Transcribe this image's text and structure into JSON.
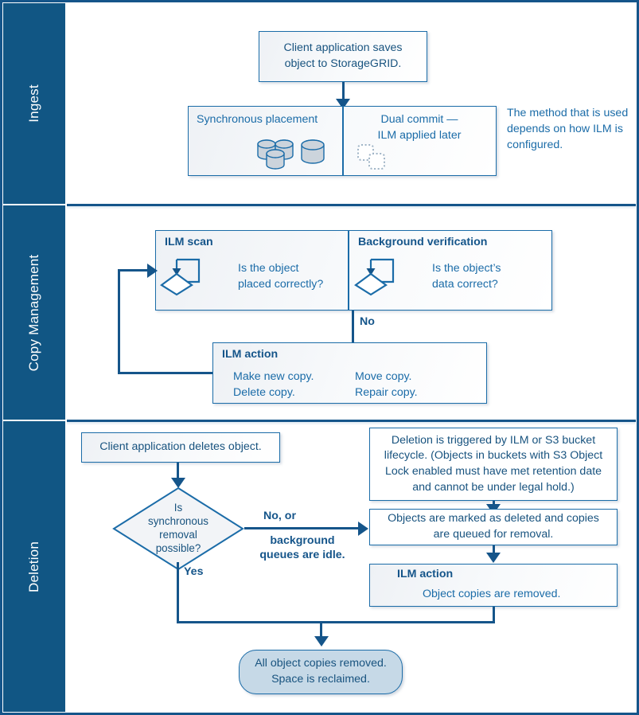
{
  "colors": {
    "band": "#115684",
    "frame": "#15558a",
    "box_border": "#1b6ca8",
    "text": "#18537f",
    "terminator_fill": "#c6d9e7"
  },
  "bands": [
    {
      "label": "Ingest"
    },
    {
      "label": "Copy Management"
    },
    {
      "label": "Deletion"
    }
  ],
  "ingest": {
    "start_box": "Client application saves object to StorageGRID.",
    "left_cell_title": "Synchronous placement",
    "right_cell_title": "Dual commit —\nILM applied later",
    "note": "The method that is used depends on how ILM is configured.",
    "left_icon": "storage-cylinders-icon",
    "right_icon": "dashed-object-copies-icon"
  },
  "copy_management": {
    "ilm_scan_title": "ILM scan",
    "ilm_scan_question": "Is the object\nplaced correctly?",
    "ilm_scan_icon": "scan-loop-decision-icon",
    "background_verification_title": "Background verification",
    "background_verification_question": "Is the object’s\ndata correct?",
    "background_verification_icon": "verify-loop-decision-icon",
    "no_label": "No",
    "ilm_action_title": "ILM action",
    "ilm_action_col1": "Make new copy.\nDelete copy.",
    "ilm_action_col2": "Move copy.\nRepair copy."
  },
  "deletion": {
    "client_delete_box": "Client application deletes object.",
    "decision": "Is\nsynchronous\nremoval\npossible?",
    "yes_label": "Yes",
    "no_label_line1": "No, or",
    "no_label_line2": "background\nqueues are idle.",
    "trigger_box": "Deletion is triggered by ILM or  S3 bucket lifecycle. (Objects in buckets with S3 Object Lock enabled must have met retention date and cannot be under legal hold.)",
    "marked_box": "Objects are marked as deleted and copies are queued for removal.",
    "ilm_action_title": "ILM action",
    "ilm_action_body": "Object copies are removed.",
    "terminator": "All object copies removed.\nSpace is reclaimed."
  }
}
